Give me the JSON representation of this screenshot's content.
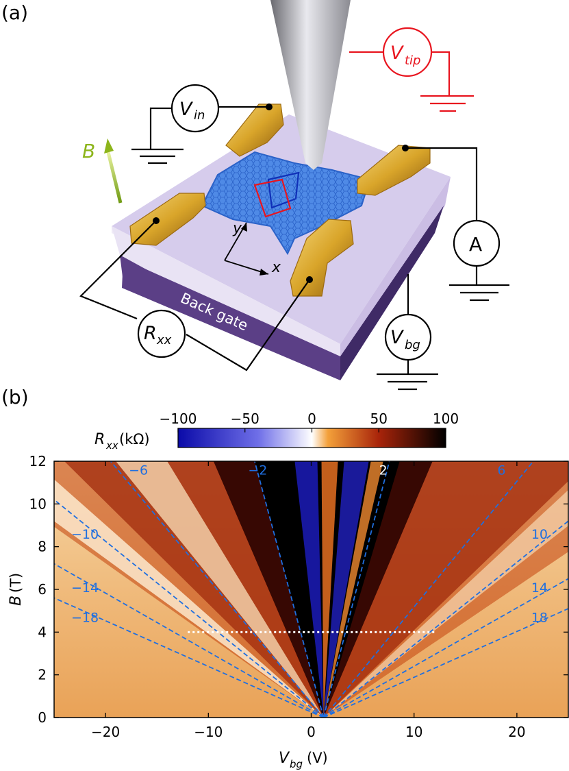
{
  "panels": {
    "a": "(a)",
    "b": "(b)"
  },
  "schematic": {
    "labels": {
      "v_in": "V",
      "v_in_sub": "in",
      "v_tip": "V",
      "v_tip_sub": "tip",
      "ammeter": "A",
      "r_xx": "R",
      "r_xx_sub": "xx",
      "v_bg": "V",
      "v_bg_sub": "bg",
      "field": "B",
      "axis_x": "x",
      "axis_y": "y",
      "back_gate": "Back gate"
    },
    "colors": {
      "tip_circuit": "#e8141e",
      "circuit": "#000000",
      "field_arrow": "#8db51b",
      "gold_contact": "#d9a52a",
      "graphene": "#3f7fe0",
      "substrate_top": "#b7a8d8",
      "substrate_side": "#5b3f86",
      "scan_box_blue": "#1030b8",
      "scan_box_red": "#e8141e"
    }
  },
  "colorbar": {
    "label_main": "R",
    "label_sub": "xx",
    "label_unit": "(kΩ)",
    "ticks": [
      "−100",
      "−50",
      "0",
      "50",
      "100"
    ],
    "tick_values": [
      -100,
      -50,
      0,
      50,
      100
    ],
    "range": [
      -100,
      100
    ],
    "colors": {
      "negative_end": "#0a0aa8",
      "mid_negative": "#6f6fe8",
      "zero": "#ffffff",
      "low_positive": "#f3a03a",
      "mid_positive": "#a8240a",
      "positive_end": "#000000"
    }
  },
  "chart_data": {
    "type": "heatmap",
    "xlabel_main": "V",
    "xlabel_sub": "bg",
    "xlabel_unit": "(V)",
    "ylabel_main": "B",
    "ylabel_unit": "(T)",
    "xlim": [
      -25,
      25
    ],
    "ylim": [
      0,
      12
    ],
    "x_ticks": [
      -20,
      -10,
      0,
      10,
      20
    ],
    "x_tick_labels": [
      "−20",
      "−10",
      "0",
      "10",
      "20"
    ],
    "y_ticks": [
      0,
      2,
      4,
      6,
      8,
      10,
      12
    ],
    "y_tick_labels": [
      "0",
      "2",
      "4",
      "6",
      "8",
      "10",
      "12"
    ],
    "fan_origin": {
      "x": 1.2,
      "y": 0
    },
    "fan_lines": [
      {
        "label": "−18",
        "end": [
          -25,
          5.6
        ],
        "label_at": [
          -22,
          4.7
        ]
      },
      {
        "label": "−14",
        "end": [
          -25,
          7.2
        ],
        "label_at": [
          -22,
          6.1
        ]
      },
      {
        "label": "−10",
        "end": [
          -25,
          10.2
        ],
        "label_at": [
          -22,
          8.6
        ]
      },
      {
        "label": "−6",
        "end": [
          -19.5,
          12
        ],
        "label_at": [
          -16.8,
          11.6
        ]
      },
      {
        "label": "−2",
        "end": [
          -5.5,
          12
        ],
        "label_at": [
          -5.2,
          11.6
        ]
      },
      {
        "label": "2",
        "end": [
          7.6,
          12
        ],
        "label_at": [
          7.0,
          11.6
        ]
      },
      {
        "label": "6",
        "end": [
          21.6,
          12
        ],
        "label_at": [
          18.5,
          11.6
        ]
      },
      {
        "label": "10",
        "end": [
          25,
          9.2
        ],
        "label_at": [
          22.2,
          8.6
        ]
      },
      {
        "label": "14",
        "end": [
          25,
          6.5
        ],
        "label_at": [
          22.2,
          6.1
        ]
      },
      {
        "label": "18",
        "end": [
          25,
          5.1
        ],
        "label_at": [
          22.2,
          4.7
        ]
      }
    ],
    "fan_line_color": "#1f6fe0",
    "cut_line": {
      "y": 4,
      "x_range": [
        -12,
        12
      ],
      "color": "#ffffff"
    }
  }
}
